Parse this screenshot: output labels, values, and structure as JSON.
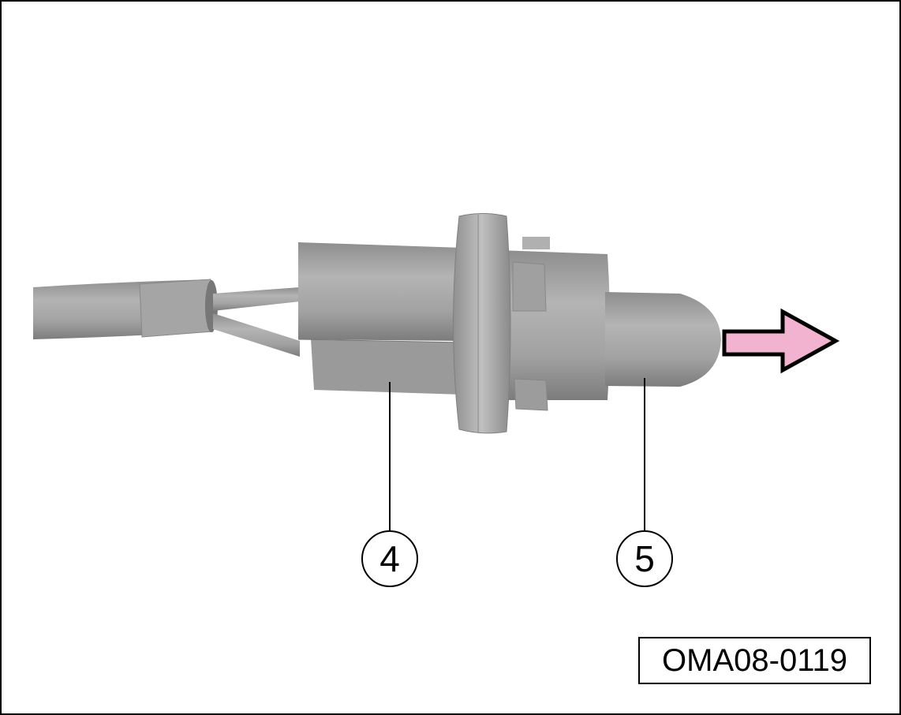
{
  "figure": {
    "code": "OMA08-0119",
    "callouts": [
      {
        "label": "4"
      },
      {
        "label": "5"
      }
    ],
    "arrow_color": "#f2b3d1",
    "part_color": "#a8a8a8"
  }
}
